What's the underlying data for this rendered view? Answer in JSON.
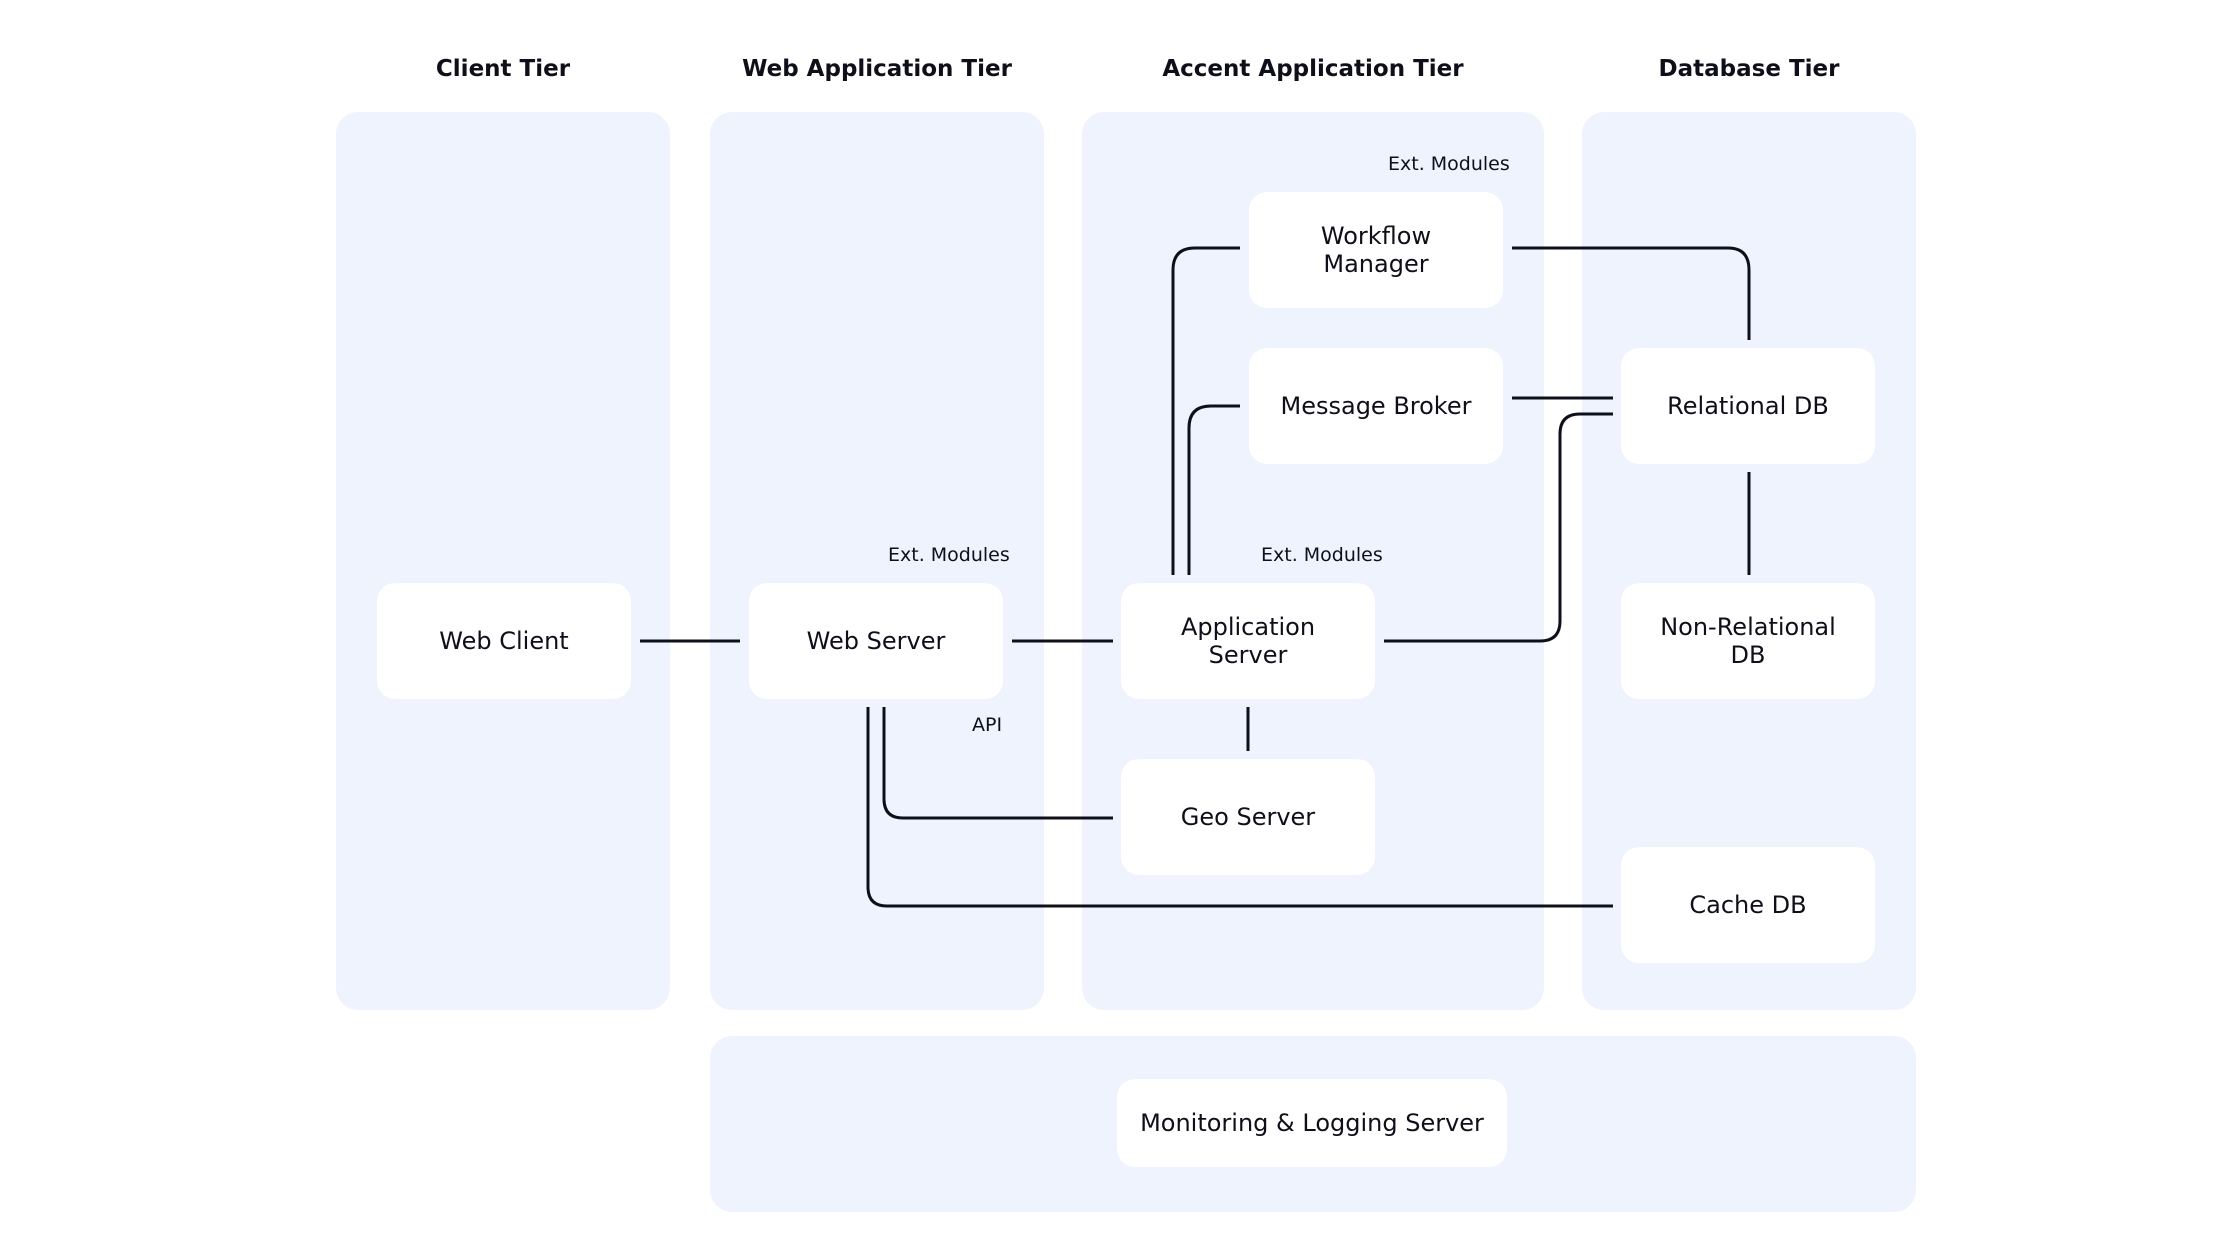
{
  "tiers": {
    "client": "Client Tier",
    "web": "Web Application Tier",
    "accent": "Accent Application Tier",
    "database": "Database Tier"
  },
  "nodes": {
    "web_client": "Web Client",
    "web_server": "Web Server",
    "workflow_manager": "Workflow Manager",
    "message_broker": "Message Broker",
    "application_server": "Application Server",
    "geo_server": "Geo Server",
    "relational_db": "Relational DB",
    "non_relational_db": "Non-Relational DB",
    "cache_db": "Cache DB",
    "monitoring": "Monitoring & Logging Server"
  },
  "annotations": {
    "ext_modules_workflow": "Ext. Modules",
    "ext_modules_web": "Ext. Modules",
    "ext_modules_app": "Ext. Modules",
    "api": "API"
  },
  "colors": {
    "panel": "#eef3fd",
    "node": "#ffffff",
    "line": "#0f0f19"
  }
}
